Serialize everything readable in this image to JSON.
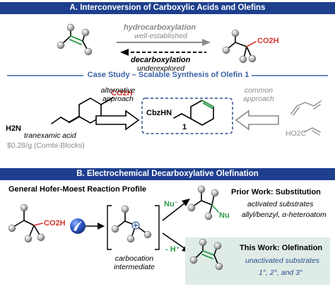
{
  "panel_a": {
    "header": "A. Interconversion of Carboxylic Acids and Olefins",
    "forward_label": "hydrocarboxylation",
    "forward_sub": "well-established",
    "reverse_label": "decarboxylation",
    "reverse_sub": "underexplored",
    "acid_group": "CO2H",
    "case_study_title": "Case Study – Scalable Synthesis of Olefin 1",
    "alt_approach_line1": "alternative",
    "alt_approach_line2": "approach",
    "common_approach_line1": "common",
    "common_approach_line2": "approach",
    "start_amine": "H2N",
    "start_acid": "CO2H",
    "start_name": "tranexamic acid",
    "start_price": "$0.28/g (Combi-Blocks)",
    "product_amine": "CbzHN",
    "product_number": "1",
    "diene_acid": "HO2C"
  },
  "panel_b": {
    "header": "B. Electrochemical Decarboxylative Olefination",
    "profile_title": "General Hofer-Moest Reaction Profile",
    "substrate_acid": "CO2H",
    "cation_label_line1": "carbocation",
    "cation_label_line2": "intermediate",
    "nu_charge_label": "Nu⁻",
    "nu_group": "Nu",
    "proton_loss": "- H⁺",
    "prior_title": "Prior Work: Substitution",
    "prior_line1": "activated substrates",
    "prior_line2": "allyl/benzyl, α-heteroatom",
    "this_title": "This Work: Olefination",
    "this_line1": "unactivated substrates",
    "this_line2": "1°, 2°, and 3°"
  },
  "colors": {
    "navy": "#1d3f8e",
    "acid_red": "#d0342c",
    "alkene_green": "#2f9a4a",
    "case_blue": "#3a63a8",
    "grey": "#8a8a8a",
    "highlight_bg": "#dfece6"
  }
}
